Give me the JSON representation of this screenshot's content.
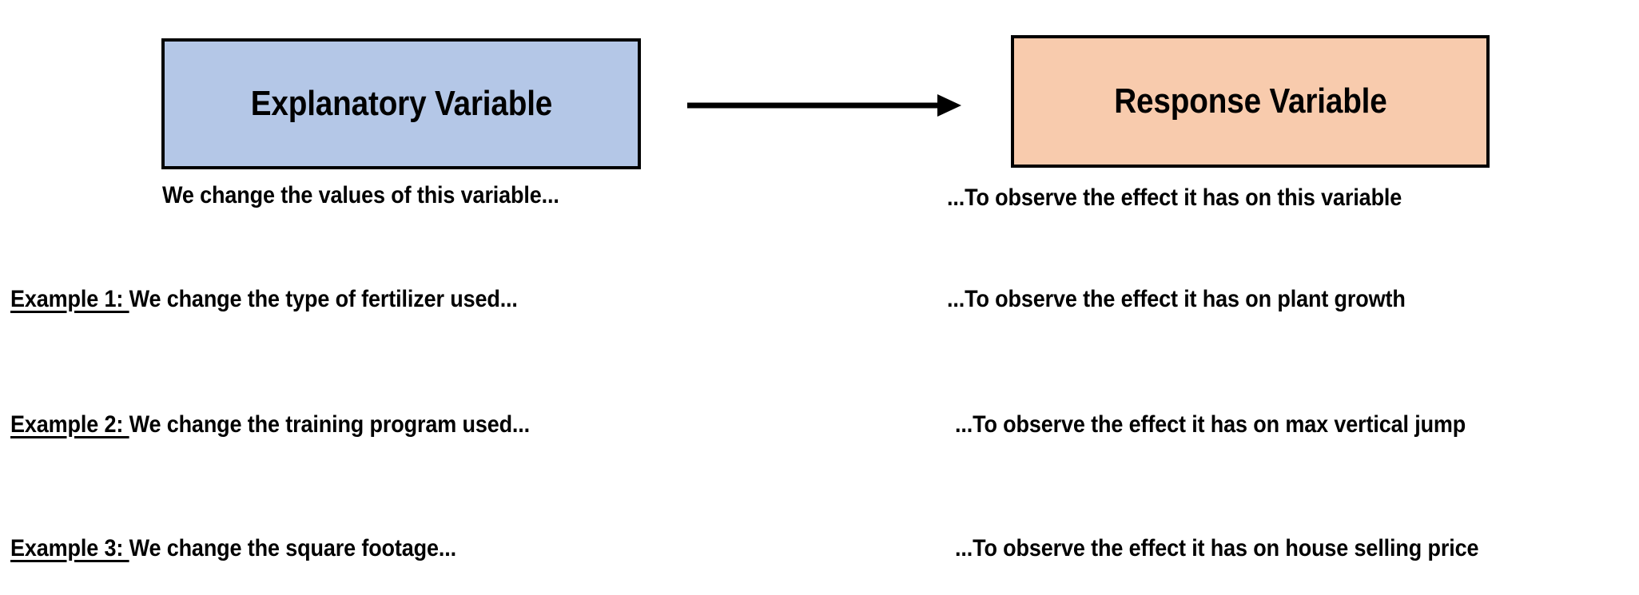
{
  "diagram": {
    "boxes": {
      "explanatory": {
        "label": "Explanatory Variable",
        "fill_color": "#b4c7e7",
        "border_color": "#000000"
      },
      "response": {
        "label": "Response Variable",
        "fill_color": "#f8cbad",
        "border_color": "#000000"
      }
    },
    "connector": {
      "icon": "right-arrow-icon",
      "color": "#000000",
      "direction": "left-to-right"
    },
    "captions": {
      "left": "We change the values of this variable...",
      "right": "...To observe the effect it has on this variable"
    },
    "examples": [
      {
        "label": "Example 1: ",
        "left_text": "We change the type of fertilizer used...",
        "right_text": "...To observe the effect it has on plant growth"
      },
      {
        "label": "Example 2: ",
        "left_text": "We change the training program used...",
        "right_text": "...To observe the effect it has on max vertical jump"
      },
      {
        "label": "Example 3: ",
        "left_text": "We change the square footage...",
        "right_text": "...To observe the effect it has on house selling price"
      }
    ]
  }
}
